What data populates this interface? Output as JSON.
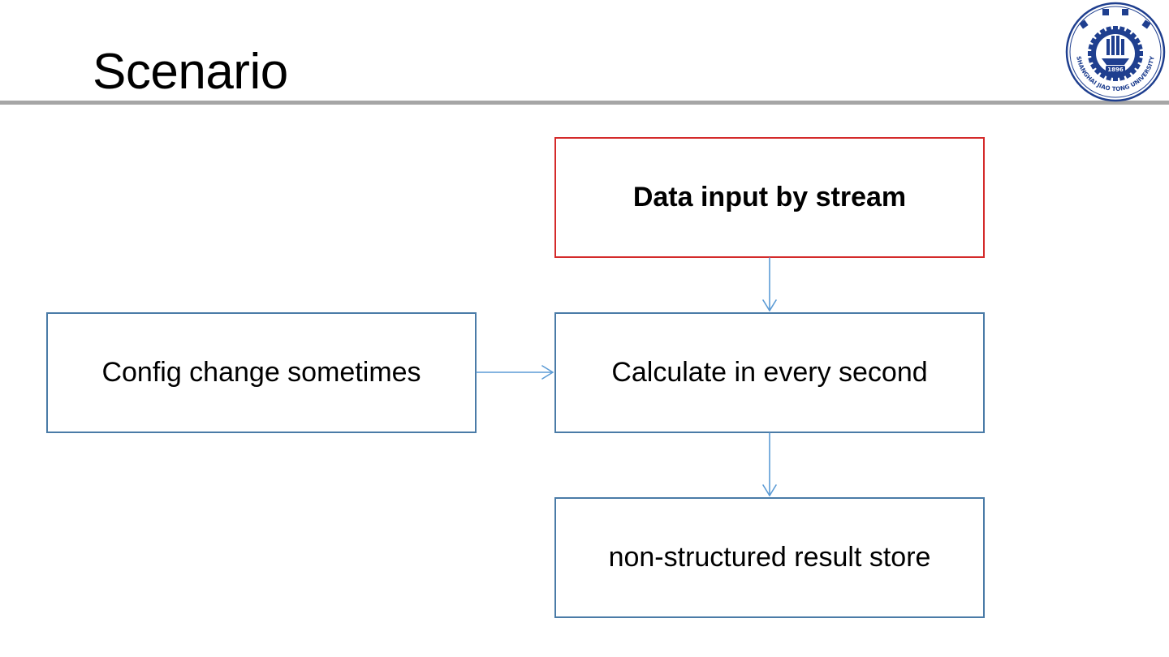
{
  "slide": {
    "title": "Scenario"
  },
  "diagram": {
    "nodes": {
      "input": "Data input by stream",
      "config": "Config change sometimes",
      "calc": "Calculate in every second",
      "store": "non-structured result store"
    },
    "edges": [
      {
        "from": "input",
        "to": "calc"
      },
      {
        "from": "config",
        "to": "calc"
      },
      {
        "from": "calc",
        "to": "store"
      }
    ]
  },
  "logo": {
    "text_ring": "SHANGHAI JIAO TONG UNIVERSITY",
    "year": "1896"
  },
  "colors": {
    "box_border": "#4a7ba7",
    "highlight_border": "#d42a2a",
    "arrow": "#5b9bd5",
    "rule": "#a6a6a6",
    "logo_blue": "#1f3f8f"
  }
}
